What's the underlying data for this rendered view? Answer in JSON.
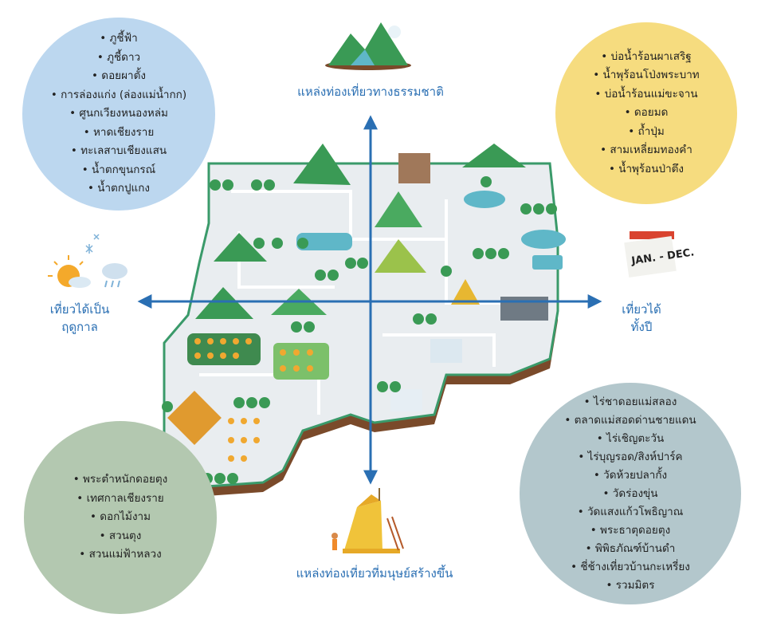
{
  "axes": {
    "top": "แหล่งท่องเที่ยวทางธรรมชาติ",
    "bottom": "แหล่งท่องเที่ยวที่มนุษย์สร้างขึ้น",
    "left_line1": "เที่ยวได้เป็น",
    "left_line2": "ฤดูกาล",
    "right_line1": "เที่ยวได้",
    "right_line2": "ทั้งปี"
  },
  "quadrants": {
    "top_left": [
      "ภูชี้ฟ้า",
      "ภูชี้ดาว",
      "ดอยผาตั้ง",
      "การล่องแก่ง (ล่องแม่น้ำกก)",
      "ศูนกเวียงหนองหล่ม",
      "หาดเชียงราย",
      "ทะเลสาบเชียงแสน",
      "น้ำตกขุนกรณ์",
      "น้ำตกปูแกง"
    ],
    "top_right": [
      "บ่อน้ำร้อนผาเสริฐ",
      "น้ำพุร้อนโป่งพระบาท",
      "บ่อน้ำร้อนแม่ขะจาน",
      "ดอยมด",
      "ถ้ำปุ่ม",
      "สามเหลี่ยมทองคำ",
      "น้ำพุร้อนป่าตึง"
    ],
    "bottom_left": [
      "พระตำหนักดอยตุง",
      "เทศกาลเชียงราย",
      "ดอกไม้งาม",
      "สวนตุง",
      "สวนแม่ฟ้าหลวง"
    ],
    "bottom_right": [
      "ไร่ชาดอยแม่สลอง",
      "ตลาดแม่สอดด่านชายแดน",
      "ไร่เชิญตะวัน",
      "ไร่บุญรอด/สิงห์ปาร์ค",
      "วัดห้วยปลากั้ง",
      "วัดร่องขุ่น",
      "วัดแสงแก้วโพธิญาณ",
      "พระธาตุดอยตุง",
      "พิพิธภัณฑ์บ้านดำ",
      "ชี่ช้างเที่ยวบ้านกะเหรี่ยง",
      "รวมมิตร"
    ]
  },
  "calendar_text": "JAN. - DEC.",
  "colors": {
    "axis": "#2a6fb3",
    "circle_top_left": "#bcd7ef",
    "circle_top_right": "#f6dc7f",
    "circle_bottom_left": "#b3c8b0",
    "circle_bottom_right": "#b3c7cc"
  },
  "icons": [
    "mountain-icon",
    "weather-seasons-icon",
    "calendar-icon",
    "pagoda-icon"
  ]
}
